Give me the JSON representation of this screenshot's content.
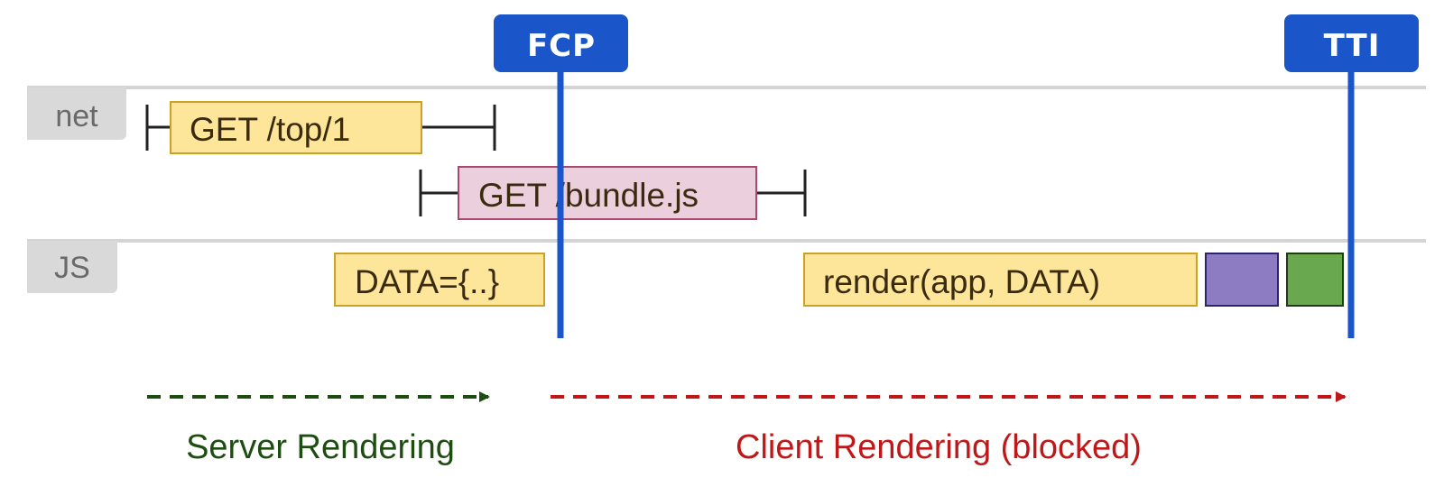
{
  "lanes": {
    "net": "net",
    "js": "JS"
  },
  "markers": {
    "fcp": "FCP",
    "tti": "TTI",
    "color": "#1a56c9"
  },
  "requests": {
    "top": "GET /top/1",
    "bundle": "GET /bundle.js"
  },
  "js_tasks": {
    "data": "DATA={..}",
    "render": "render(app, DATA)"
  },
  "legend": {
    "server": "Server Rendering",
    "client": "Client Rendering (blocked)"
  },
  "colors": {
    "yellow_fill": "#fde59a",
    "yellow_stroke": "#c9a227",
    "pink_fill": "#ebcfdc",
    "pink_stroke": "#a8486e",
    "purple_block": "#8e7cc3",
    "green_block": "#6aa84f",
    "server_arrow": "#1e4d12",
    "client_arrow": "#c01818",
    "lane_label_bg": "#d9d9d9"
  }
}
